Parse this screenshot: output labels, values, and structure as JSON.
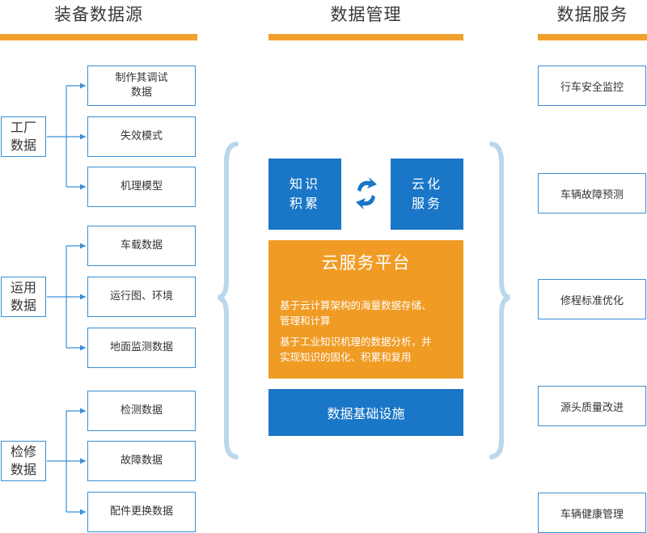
{
  "columns": {
    "sources": "装备数据源",
    "management": "数据管理",
    "services": "数据服务"
  },
  "groups": [
    {
      "label": "工厂\n数据",
      "items": [
        "制作其调试\n数据",
        "失效模式",
        "机理模型"
      ]
    },
    {
      "label": "运用\n数据",
      "items": [
        "车载数据",
        "运行图、环境",
        "地面监测数据"
      ]
    },
    {
      "label": "检修\n数据",
      "items": [
        "检测数据",
        "故障数据",
        "配件更换数据"
      ]
    }
  ],
  "management": {
    "knowledge": "知识\n积累",
    "cloud_service": "云化\n服务",
    "platform_title": "云服务平台",
    "platform_desc_1": "基于云计算架构的海量数据存储、\n管理和计算",
    "platform_desc_2": "基于工业知识机理的数据分析，并\n实现知识的固化、积累和复用",
    "infrastructure": "数据基础设施"
  },
  "services": [
    "行车安全监控",
    "车辆故障预测",
    "修程标准优化",
    "源头质量改进",
    "车辆健康管理"
  ],
  "colors": {
    "accent_orange": "#f09b24",
    "primary_blue": "#1a76c7",
    "line_blue": "#3b8fd3",
    "brace": "#b9d8ec"
  }
}
